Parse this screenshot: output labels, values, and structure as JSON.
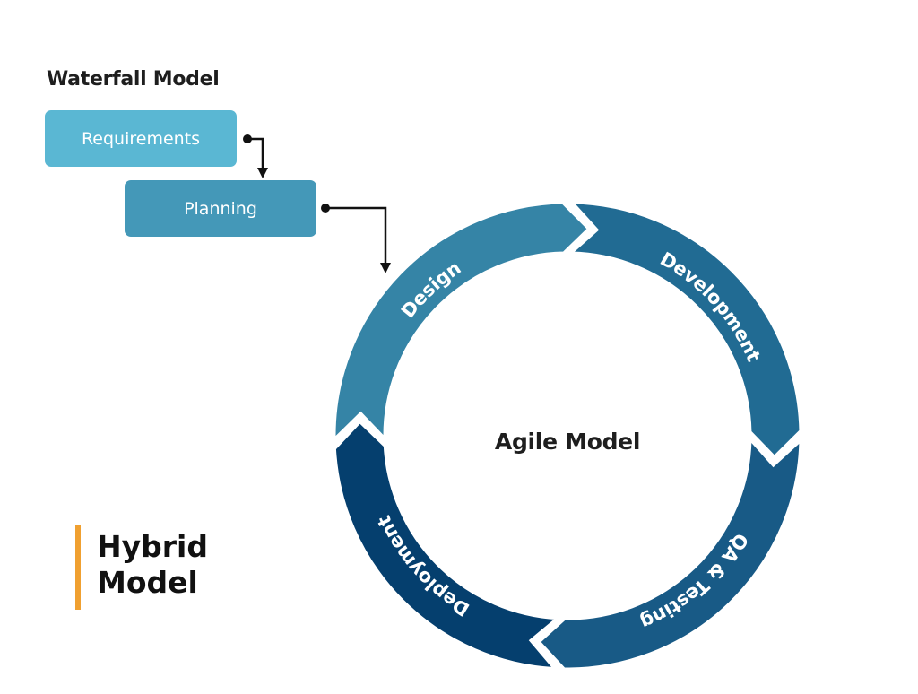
{
  "waterfall": {
    "title": "Waterfall Model",
    "steps": [
      {
        "label": "Requirements",
        "color": "#5ab7d3"
      },
      {
        "label": "Planning",
        "color": "#4498b8"
      }
    ]
  },
  "agile": {
    "title": "Agile Model",
    "segments": [
      {
        "label": "Design",
        "color": "#3584a6"
      },
      {
        "label": "Development",
        "color": "#216b93"
      },
      {
        "label": "QA & Testing",
        "color": "#185a86"
      },
      {
        "label": "Deployment",
        "color": "#053f6e"
      }
    ]
  },
  "hybrid": {
    "title": "Hybrid Model",
    "line1": "Hybrid",
    "line2": "Model",
    "accent_color": "#f0a030"
  },
  "connector_color": "#111111"
}
